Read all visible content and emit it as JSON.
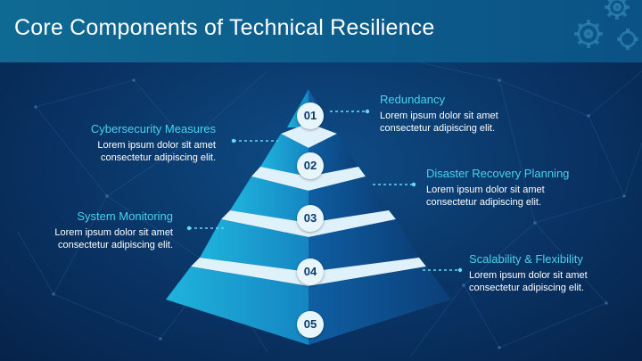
{
  "slide": {
    "title": "Core Components of Technical Resilience"
  },
  "colors": {
    "accent": "#49d2ee",
    "background": "#0a3567",
    "title_bar": "#0c5b8a",
    "badge_bg": "#e8f6fc"
  },
  "icons": [
    "gear-icon"
  ],
  "levels": [
    {
      "number": "01",
      "title": "Redundancy",
      "text": "Lorem ipsum dolor sit amet\nconsectetur adipiscing elit."
    },
    {
      "number": "02",
      "title": "Cybersecurity Measures",
      "text": "Lorem ipsum dolor sit amet\nconsectetur adipiscing elit."
    },
    {
      "number": "03",
      "title": "Disaster Recovery Planning",
      "text": "Lorem ipsum dolor sit amet\nconsectetur adipiscing elit."
    },
    {
      "number": "04",
      "title": "System Monitoring",
      "text": "Lorem ipsum dolor sit amet\nconsectetur adipiscing elit."
    },
    {
      "number": "05",
      "title": "Scalability & Flexibility",
      "text": "Lorem ipsum dolor sit amet\nconsectetur adipiscing elit."
    }
  ]
}
